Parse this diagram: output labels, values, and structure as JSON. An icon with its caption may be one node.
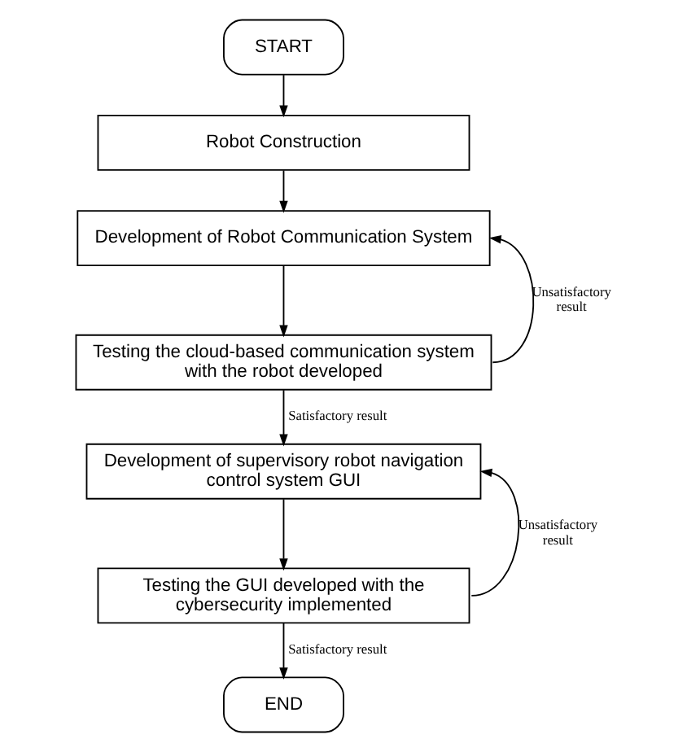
{
  "diagram": {
    "nodes": [
      {
        "text": [
          "START"
        ]
      },
      {
        "text": [
          "Robot Construction"
        ]
      },
      {
        "text": [
          "Development of Robot Communication System"
        ]
      },
      {
        "text": [
          "Testing the cloud-based communication system with the robot developed"
        ]
      },
      {
        "text": [
          "Development of supervisory robot navigation control system GUI"
        ]
      },
      {
        "text": [
          "Testing the GUI developed with the cybersecurity implemented"
        ]
      },
      {
        "text": [
          "END"
        ]
      }
    ],
    "edges": [
      {
        "from": 0,
        "to": 1,
        "arrow": "to"
      },
      {
        "from": 1,
        "to": 2,
        "arrow": "to"
      },
      {
        "from": 2,
        "to": 3,
        "arrow": "to"
      },
      {
        "from": 3,
        "to": 2,
        "arrow": "to",
        "label": "Unsatisfactory result"
      },
      {
        "from": 3,
        "to": 4,
        "arrow": "to",
        "label": "Satisfactory result"
      },
      {
        "from": 4,
        "to": 5,
        "arrow": "to"
      },
      {
        "from": 5,
        "to": 4,
        "arrow": "to",
        "label": "Unsatisfactory result"
      },
      {
        "from": 5,
        "to": 6,
        "arrow": "to",
        "label": "Satisfactory result"
      }
    ]
  }
}
